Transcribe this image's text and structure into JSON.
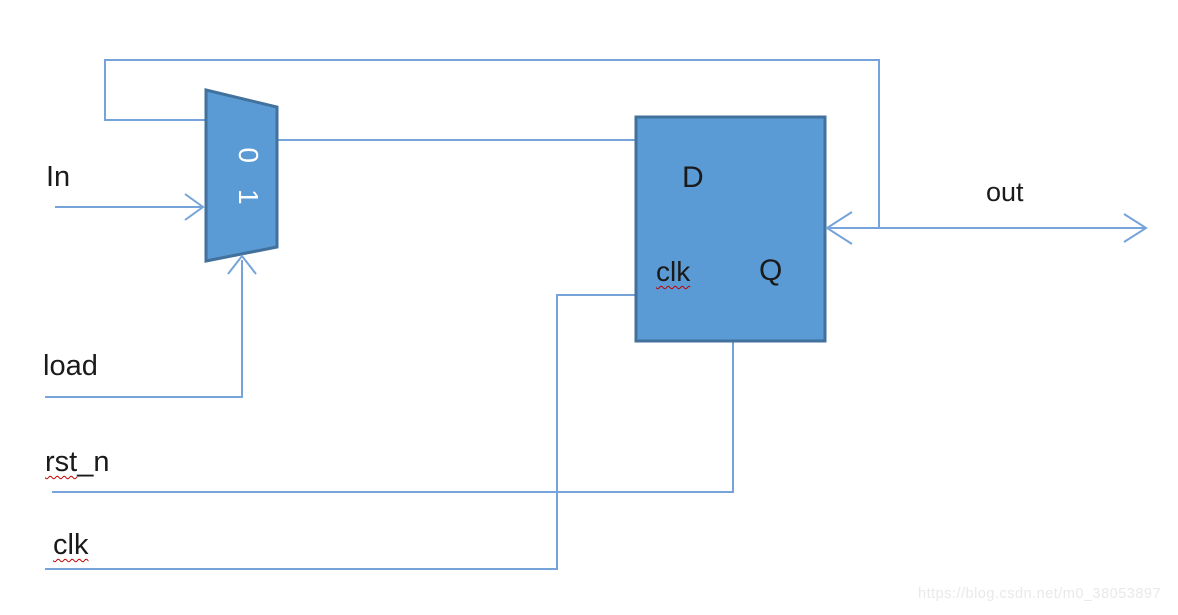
{
  "diagram": {
    "type": "circuit-diagram",
    "description": "2-to-1 mux feeding a D flip-flop with feedback from out",
    "signals": {
      "in_label": "In",
      "load_label": "load",
      "rst_prefix": "rst",
      "rst_suffix": "_n",
      "clk_label": "clk",
      "out_label": "out"
    },
    "mux": {
      "input0": "0",
      "input1": "1"
    },
    "flipflop": {
      "d_label": "D",
      "clk_label": "clk",
      "q_label": "Q"
    },
    "colors": {
      "shape_fill": "#5b9bd5",
      "shape_border": "#41719c",
      "connector": "#76a4da",
      "text": "#1a1a1a",
      "mux_text": "#ffffff",
      "spellcheck_squiggle": "#c00000",
      "watermark": "#e9e9e9"
    },
    "watermark": "https://blog.csdn.net/m0_38053897"
  }
}
